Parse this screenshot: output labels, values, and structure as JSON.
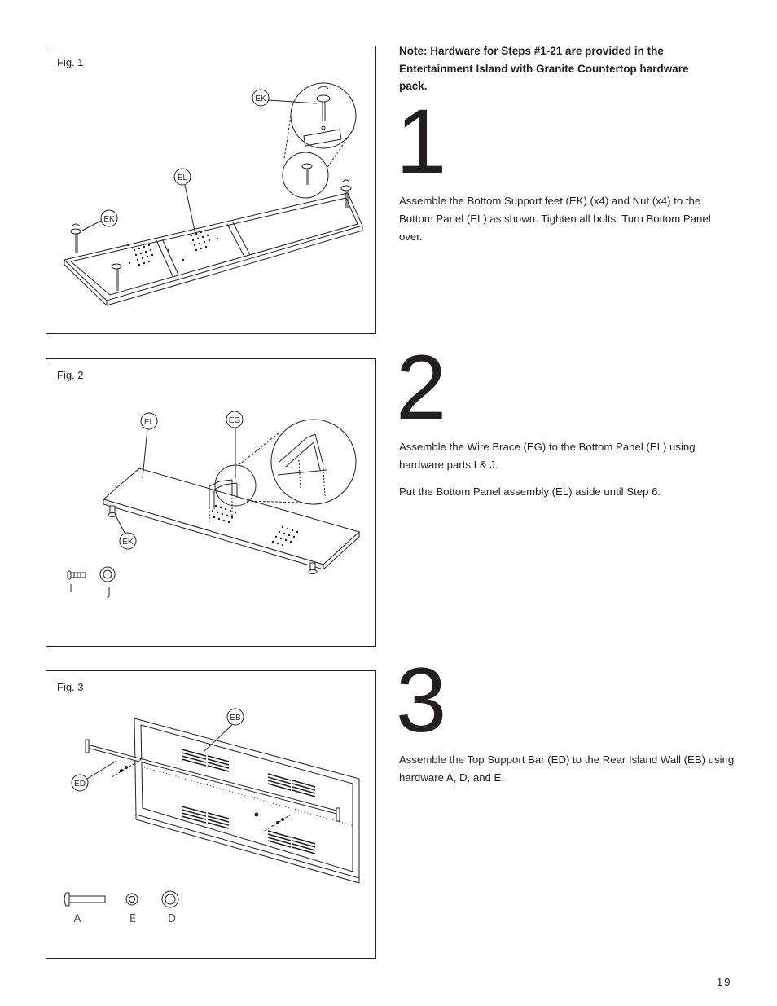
{
  "note": "Note: Hardware for Steps #1-21 are provided in the Entertainment Island with Granite Countertop hardware pack.",
  "page_number": "19",
  "figures": [
    {
      "label": "Fig. 1",
      "callouts": [
        "EK",
        "EL",
        "EK"
      ]
    },
    {
      "label": "Fig. 2",
      "callouts": [
        "EL",
        "EG",
        "EK"
      ],
      "hardware": [
        "I",
        "J"
      ]
    },
    {
      "label": "Fig. 3",
      "callouts": [
        "EB",
        "ED"
      ],
      "hardware": [
        "A",
        "E",
        "D"
      ]
    }
  ],
  "steps": [
    {
      "number": "1",
      "paragraphs": [
        "Assemble the Bottom Support feet (EK) (x4) and Nut (x4) to the Bottom Panel (EL) as shown. Tighten all bolts. Turn Bottom Panel over."
      ]
    },
    {
      "number": "2",
      "paragraphs": [
        "Assemble the Wire Brace (EG) to the Bottom Panel (EL) using hardware parts I & J.",
        "Put the Bottom Panel assembly (EL) aside until Step 6."
      ]
    },
    {
      "number": "3",
      "paragraphs": [
        "Assemble the Top Support Bar (ED) to the Rear Island Wall (EB) using hardware A, D, and E."
      ]
    }
  ]
}
